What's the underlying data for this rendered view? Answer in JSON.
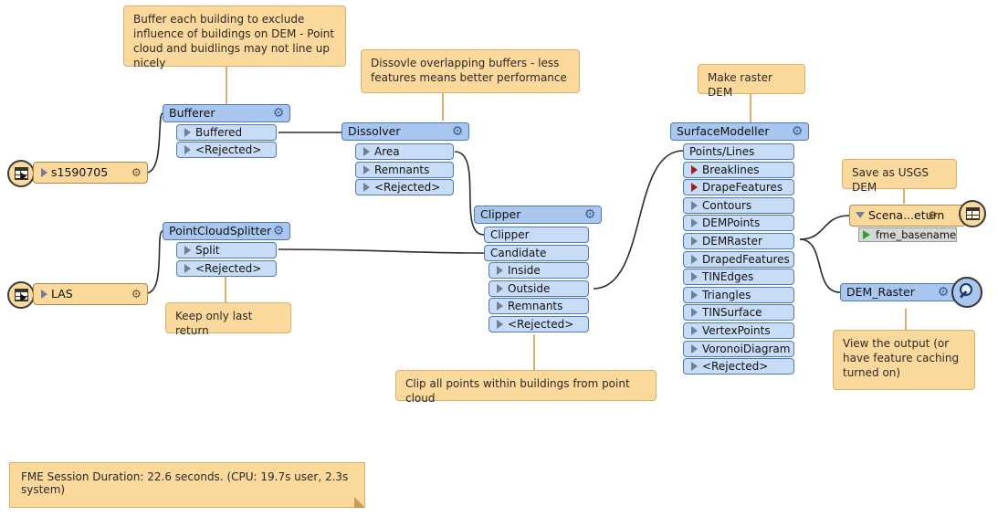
{
  "notes": {
    "buffer": "Buffer each building to exclude influence of buildings on DEM - Point cloud and buidlings may not line up nicely",
    "dissolve": "Dissovle overlapping buffers - less features means better performance",
    "raster": "Make raster DEM",
    "usgs": "Save as USGS DEM",
    "last_return": "Keep only last return",
    "clip": "Clip all points within buildings from point cloud",
    "view": "View the output (or have feature caching turned on)"
  },
  "readers": {
    "buildings": "s1590705",
    "las": "LAS"
  },
  "bufferer": {
    "title": "Bufferer",
    "ports": [
      "Buffered",
      "<Rejected>"
    ]
  },
  "pointcloudsplitter": {
    "title": "PointCloudSplitter",
    "ports": [
      "Split",
      "<Rejected>"
    ]
  },
  "dissolver": {
    "title": "Dissolver",
    "ports": [
      "Area",
      "Remnants",
      "<Rejected>"
    ]
  },
  "clipper": {
    "title": "Clipper",
    "inputs": [
      "Clipper",
      "Candidate"
    ],
    "ports": [
      "Inside",
      "Outside",
      "Remnants",
      "<Rejected>"
    ]
  },
  "surfacemodeller": {
    "title": "SurfaceModeller",
    "inputs": [
      "Points/Lines",
      "Breaklines",
      "DrapeFeatures"
    ],
    "ports": [
      "Contours",
      "DEMPoints",
      "DEMRaster",
      "DrapedFeatures",
      "TINEdges",
      "Triangles",
      "TINSurface",
      "VertexPoints",
      "VoronoiDiagram",
      "<Rejected>"
    ]
  },
  "writer": {
    "title": "Scena...eturn",
    "attr": "fme_basename"
  },
  "inspector": {
    "title": "DEM_Raster"
  },
  "footer": "FME Session Duration: 22.6 seconds. (CPU: 19.7s user, 2.3s system)",
  "colors": {
    "transformer": "#a9c6ee",
    "port": "#c9dcf5",
    "note": "#fbd89b",
    "line": "#2b2b2b"
  },
  "icons": [
    "gear-icon",
    "table-icon",
    "magnifier-icon",
    "triangle-port-icon"
  ]
}
